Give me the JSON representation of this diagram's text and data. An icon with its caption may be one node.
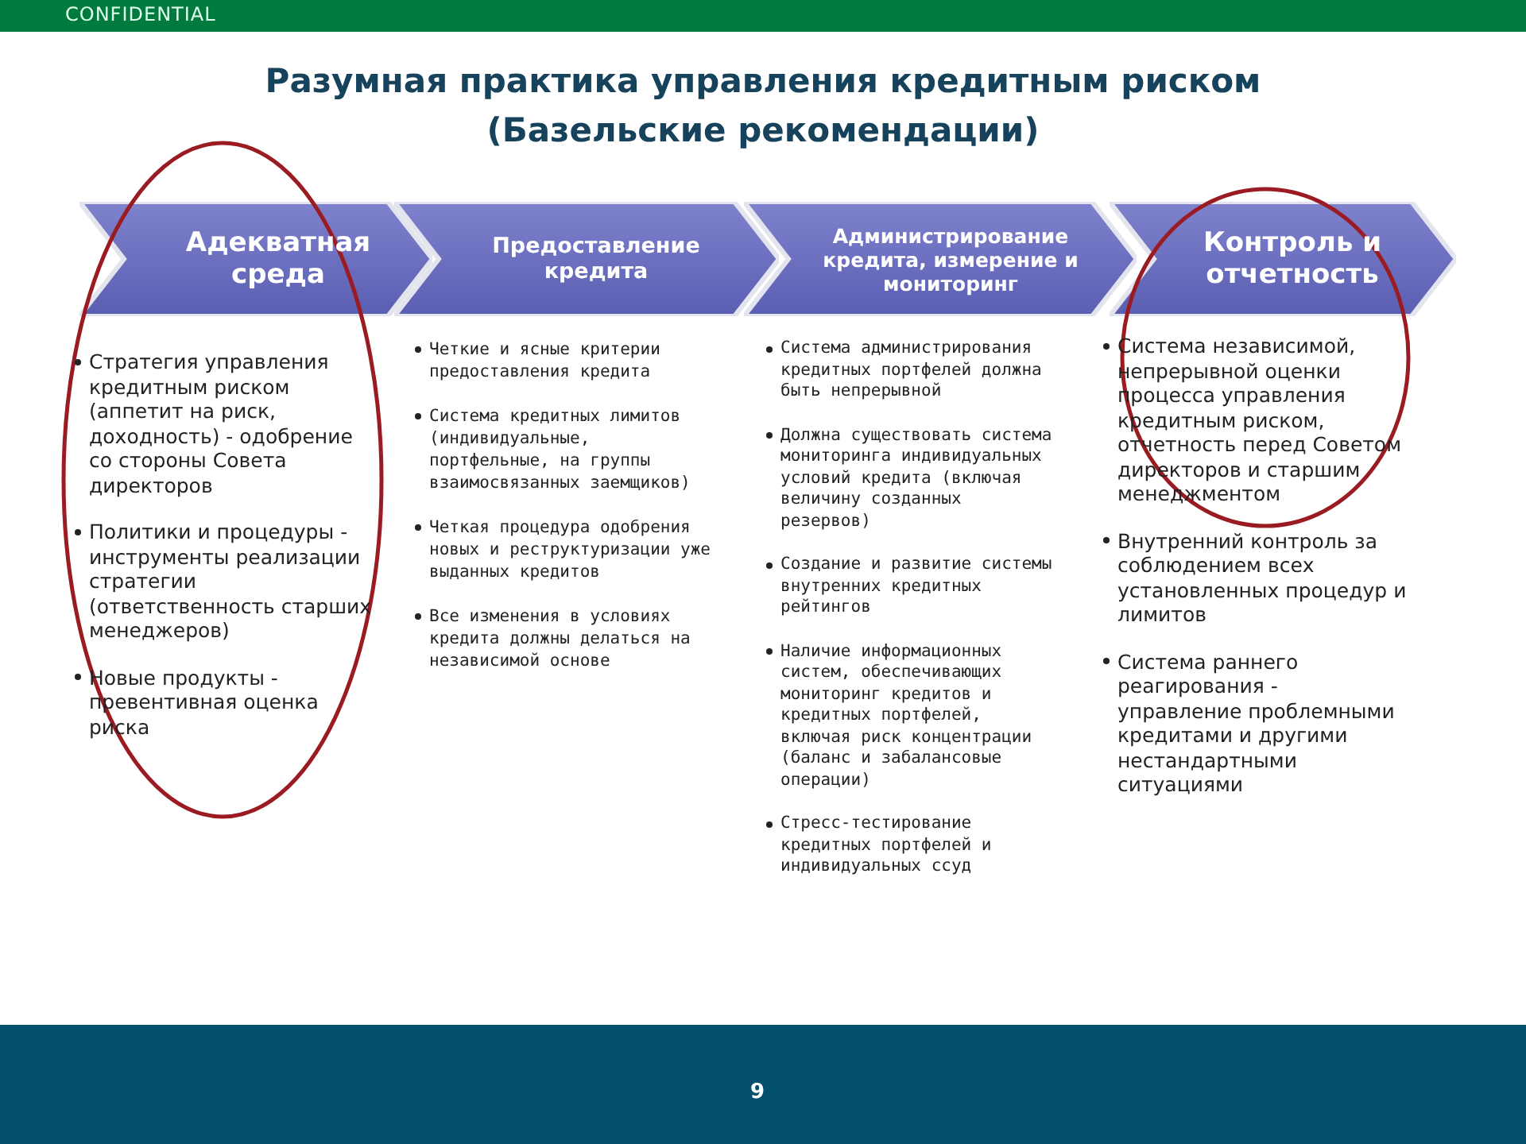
{
  "diagram": {
    "title": "Разумная практика управления кредитным риском (Базельские рекомендации)",
    "nodes": [
      {
        "text": [
          "Адекватная среда"
        ],
        "beside": [
          "Стратегия управления кредитным риском (аппетит на риск, доходность) - одобрение со стороны Совета директоров",
          "Политики и процедуры - инструменты реализации стратегии (ответственность старших менеджеров)",
          "Новые продукты - превентивная оценка риска"
        ]
      },
      {
        "text": [
          "Предоставление кредита"
        ],
        "beside": [
          "Четкие и ясные критерии предоставления кредита",
          "Система кредитных лимитов (индивидуальные, портфельные, на группы взаимосвязанных заемщиков)",
          "Четкая процедура одобрения новых и реструктуризации уже выданных кредитов",
          "Все изменения в условиях кредита должны делаться на независимой основе"
        ]
      },
      {
        "text": [
          "Администрирование кредита, измерение и мониторинг"
        ],
        "beside": [
          "Система администрирования кредитных портфелей должна быть непрерывной",
          "Должна существовать система мониторинга индивидуальных условий кредита (включая величину созданных резервов)",
          "Создание и развитие системы внутренних кредитных рейтингов",
          "Наличие информационных систем, обеспечивающих мониторинг кредитов и кредитных портфелей, включая риск концентрации (баланс и забалансовые операции)",
          "Стресс-тестирование кредитных портфелей и индивидуальных ссуд"
        ]
      },
      {
        "text": [
          "Контроль и отчетность"
        ],
        "beside": [
          "Система независимой, непрерывной оценки процесса управления кредитным риском, отчетность перед Советом директоров и старшим менеджментом",
          "Внутренний контроль за соблюдением всех установленных процедур и лимитов",
          "Система раннего реагирования - управление проблемными кредитами и другими нестандартными ситуациями"
        ]
      }
    ],
    "labels": [
      "CONFIDENTIAL",
      "9"
    ]
  }
}
